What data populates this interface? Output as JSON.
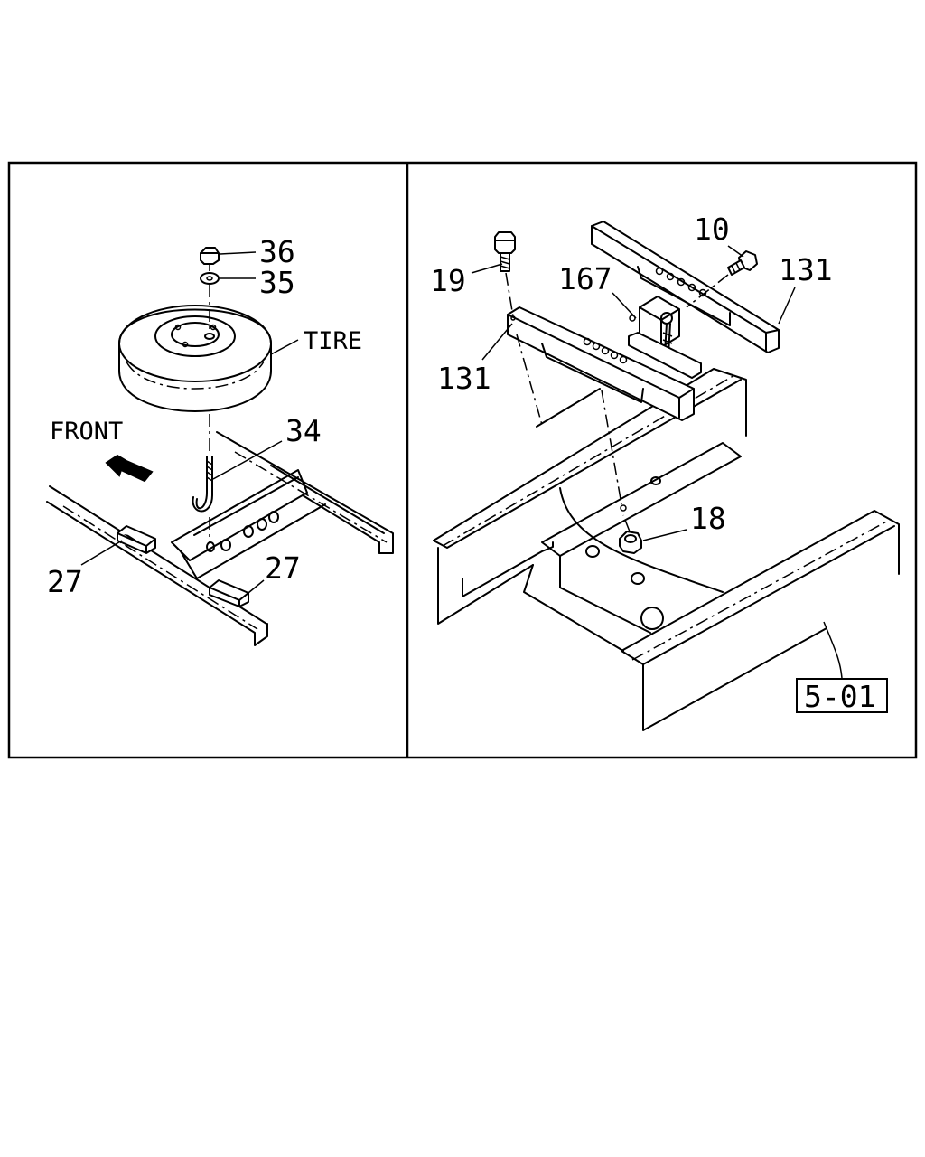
{
  "left_panel": {
    "labels": {
      "nut": "36",
      "washer": "35",
      "tire": "TIRE",
      "front": "FRONT",
      "hook_bolt": "34",
      "pad_left": "27",
      "pad_right": "27"
    }
  },
  "right_panel": {
    "labels": {
      "bolt_top_right": "10",
      "bracket_right": "131",
      "bolt_left": "19",
      "carrier": "167",
      "bracket_left": "131",
      "nut": "18",
      "reference": "5-01"
    }
  }
}
